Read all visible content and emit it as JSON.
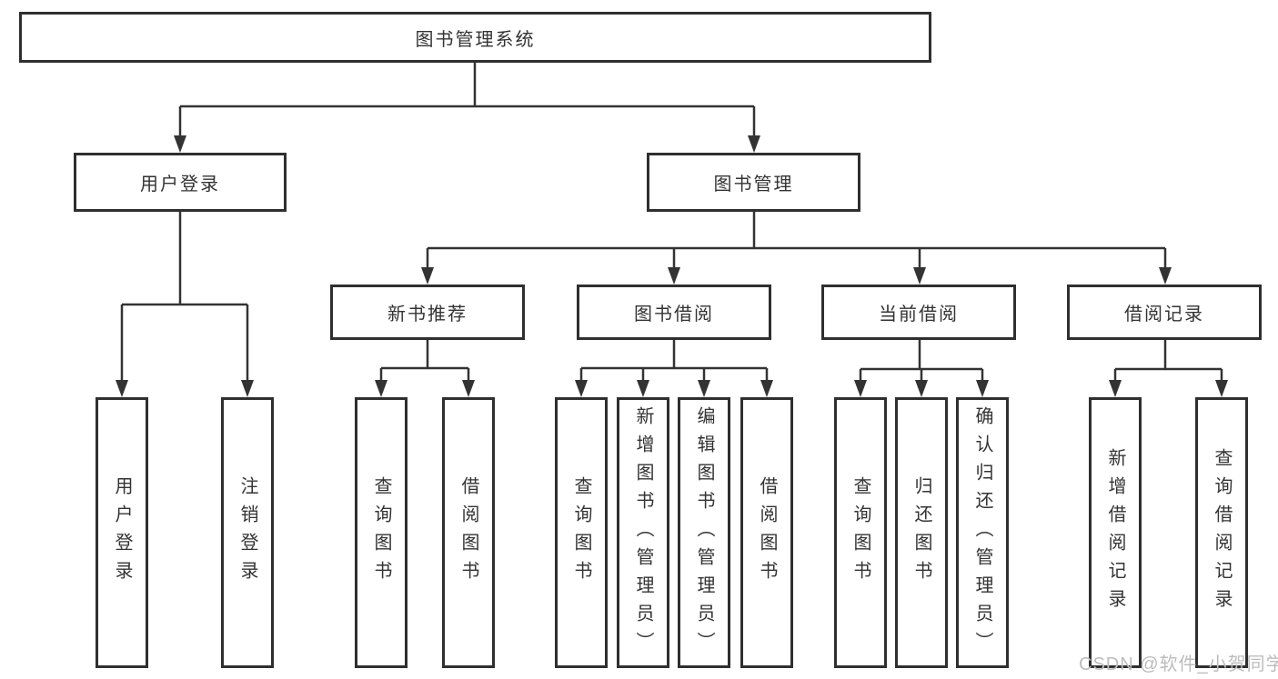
{
  "diagram": {
    "title": "图书管理系统",
    "colors": {
      "line": "#333333",
      "box_border": "#2f2f2f",
      "text": "#333333",
      "background": "#ffffff",
      "watermark": "#bcbcbc"
    },
    "nodes": {
      "root": "图书管理系统",
      "l2": [
        "用户登录",
        "图书管理"
      ],
      "l3": [
        "新书推荐",
        "图书借阅",
        "当前借阅",
        "借阅记录"
      ],
      "l4": [
        "用户登录",
        "注销登录",
        "查询图书",
        "借阅图书",
        "查询图书",
        "新增图书（管理员）",
        "编辑图书（管理员）",
        "借阅图书",
        "查询图书",
        "归还图书",
        "确认归还（管理员）",
        "新增借阅记录",
        "查询借阅记录"
      ]
    },
    "watermark": "CSDN @软件_小贺同学"
  }
}
